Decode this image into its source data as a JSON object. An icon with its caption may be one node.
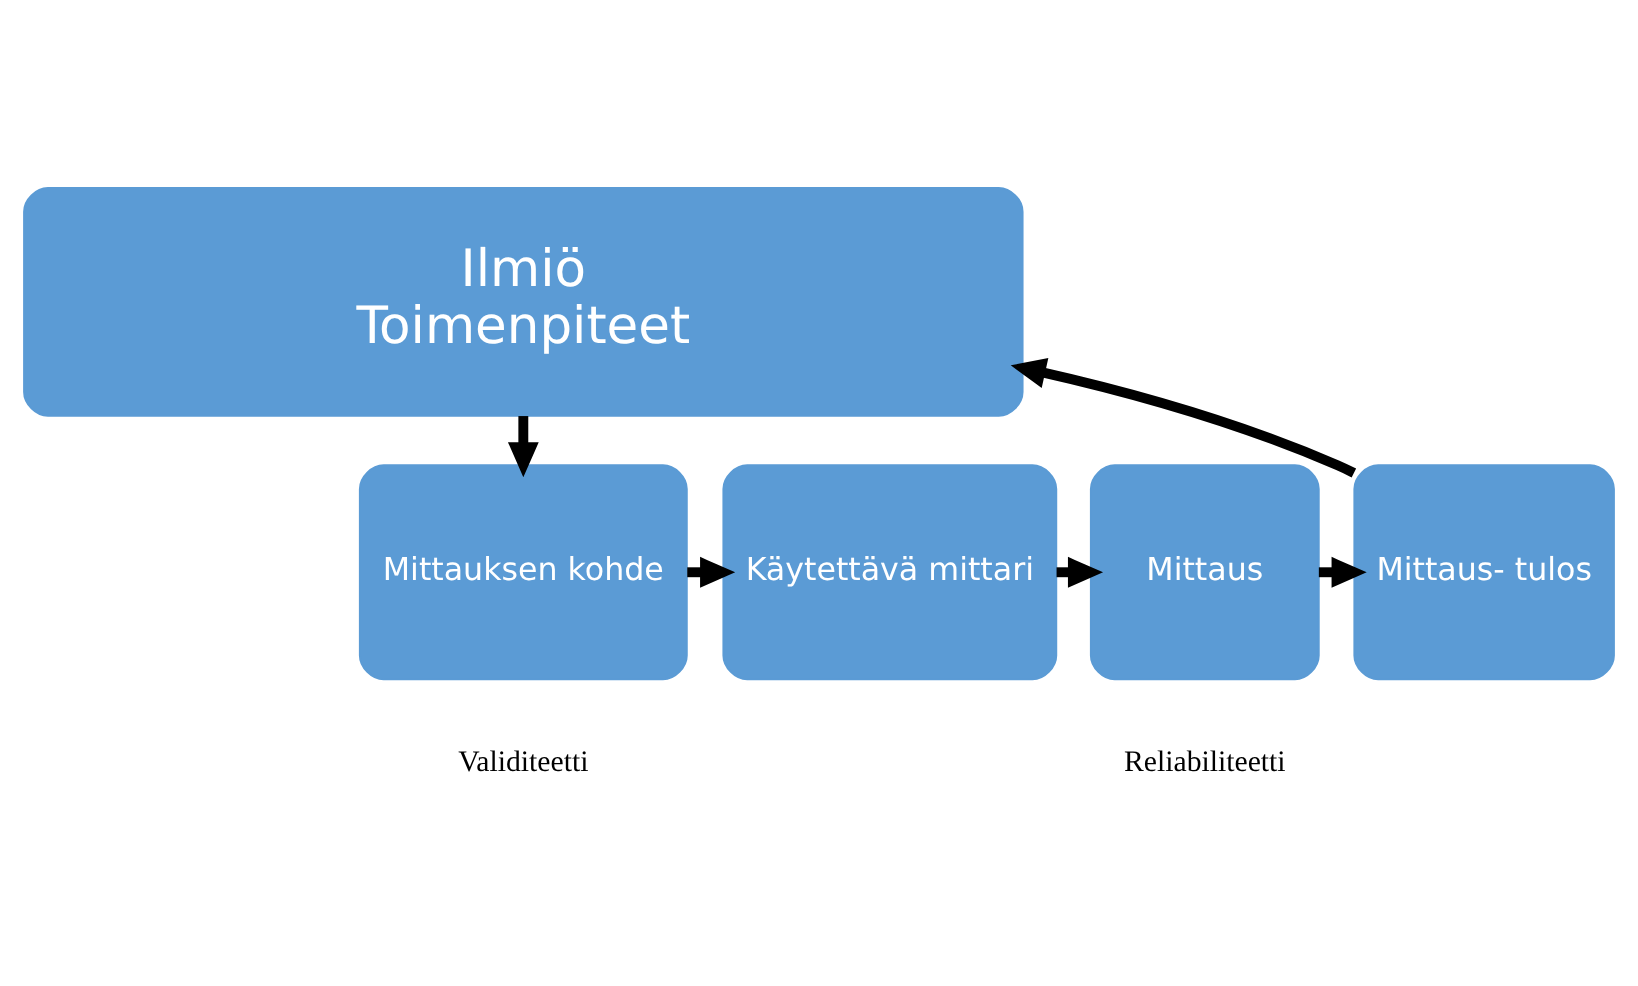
{
  "diagram": {
    "nodes": [
      {
        "text": [
          "Ilmiö",
          "Toimenpiteet"
        ]
      },
      {
        "text": [
          "Mittauksen kohde"
        ]
      },
      {
        "text": [
          "Käytettävä mittari"
        ]
      },
      {
        "text": [
          "Mittaus"
        ]
      },
      {
        "text": [
          "Mittaus- tulos"
        ]
      }
    ],
    "edges": [
      {
        "from": 0,
        "to": 1,
        "arrow": "to"
      },
      {
        "from": 1,
        "to": 2,
        "arrow": "to"
      },
      {
        "from": 2,
        "to": 3,
        "arrow": "to"
      },
      {
        "from": 3,
        "to": 4,
        "arrow": "to"
      },
      {
        "from": 4,
        "to": 0,
        "arrow": "to"
      }
    ],
    "labels": [
      "Validiteetti",
      "Reliabiliteetti"
    ]
  }
}
